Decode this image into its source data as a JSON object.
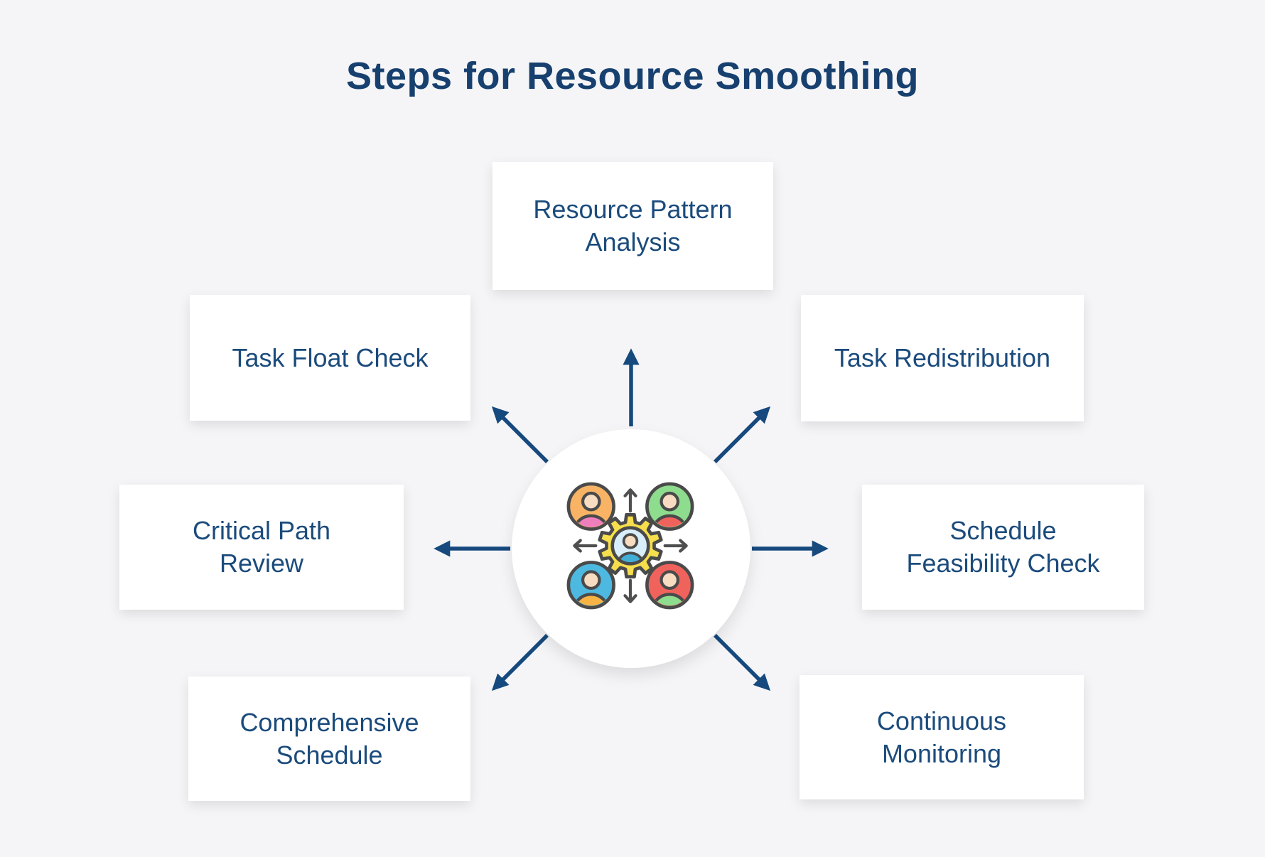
{
  "title": "Steps for Resource Smoothing",
  "colors": {
    "background": "#f5f5f7",
    "box_background": "#ffffff",
    "title_text": "#17406f",
    "step_text": "#1b4b7c",
    "arrow": "#16497d",
    "icon_outline": "#4a4a4a",
    "icon_small_arrow": "#4f4f4f"
  },
  "center_icon": {
    "name": "team-resource-allocation-icon",
    "description": "Four people around a central gear containing a person, with four gray arrows pointing outward",
    "gear": {
      "fill": "#f6de4d",
      "inner": "#d9eefb",
      "person_body": "#41aed8",
      "person_face": "#f7dcc2"
    },
    "people": [
      {
        "position": "top-left",
        "circle": "#f8b365",
        "body": "#ef7fbc",
        "face": "#f7dcc2"
      },
      {
        "position": "top-right",
        "circle": "#8edc8e",
        "body": "#f0635c",
        "face": "#f7dcc2"
      },
      {
        "position": "bottom-left",
        "circle": "#4eb9e0",
        "body": "#f8b345",
        "face": "#f7dcc2"
      },
      {
        "position": "bottom-right",
        "circle": "#f0635c",
        "body": "#8edc8e",
        "face": "#f7dcc2"
      }
    ]
  },
  "steps": [
    {
      "id": "resource-pattern-analysis",
      "position": "top",
      "label": "Resource Pattern Analysis",
      "lines": [
        "Resource Pattern",
        "Analysis"
      ]
    },
    {
      "id": "task-float-check",
      "position": "upper-left",
      "label": "Task Float Check",
      "lines": [
        "Task Float Check"
      ]
    },
    {
      "id": "task-redistribution",
      "position": "upper-right",
      "label": "Task Redistribution",
      "lines": [
        "Task Redistribution"
      ]
    },
    {
      "id": "critical-path-review",
      "position": "left",
      "label": "Critical Path Review",
      "lines": [
        "Critical Path",
        "Review"
      ]
    },
    {
      "id": "schedule-feasibility-check",
      "position": "right",
      "label": "Schedule Feasibility Check",
      "lines": [
        "Schedule",
        "Feasibility Check"
      ]
    },
    {
      "id": "comprehensive-schedule",
      "position": "bottom-left",
      "label": "Comprehensive Schedule",
      "lines": [
        "Comprehensive",
        "Schedule"
      ]
    },
    {
      "id": "continuous-monitoring",
      "position": "bottom-right",
      "label": "Continuous Monitoring",
      "lines": [
        "Continuous",
        "Monitoring"
      ]
    }
  ]
}
